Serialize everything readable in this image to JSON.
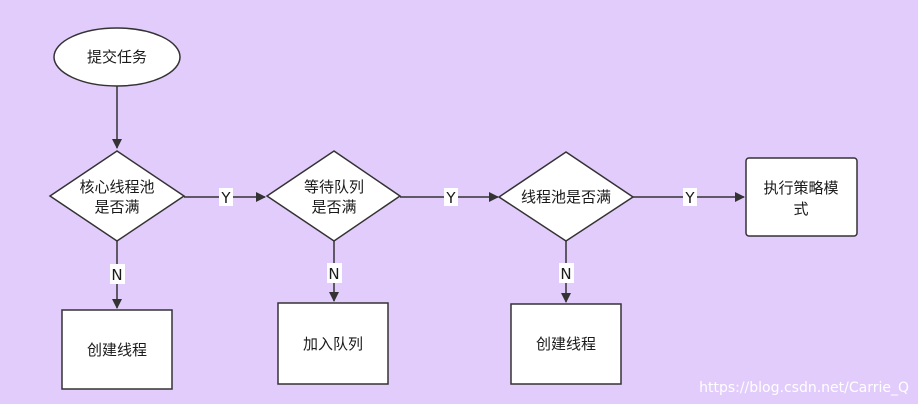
{
  "nodes": {
    "start": "提交任务",
    "core_full_line1": "核心线程池",
    "core_full_line2": "是否满",
    "create_thread_1": "创建线程",
    "queue_full_line1": "等待队列",
    "queue_full_line2": "是否满",
    "add_queue": "加入队列",
    "pool_full": "线程池是否满",
    "create_thread_2": "创建线程",
    "policy_line1": "执行策略模",
    "policy_line2": "式"
  },
  "edges": {
    "yes": "Y",
    "no": "N"
  },
  "watermark": "https://blog.csdn.net/Carrie_Q"
}
